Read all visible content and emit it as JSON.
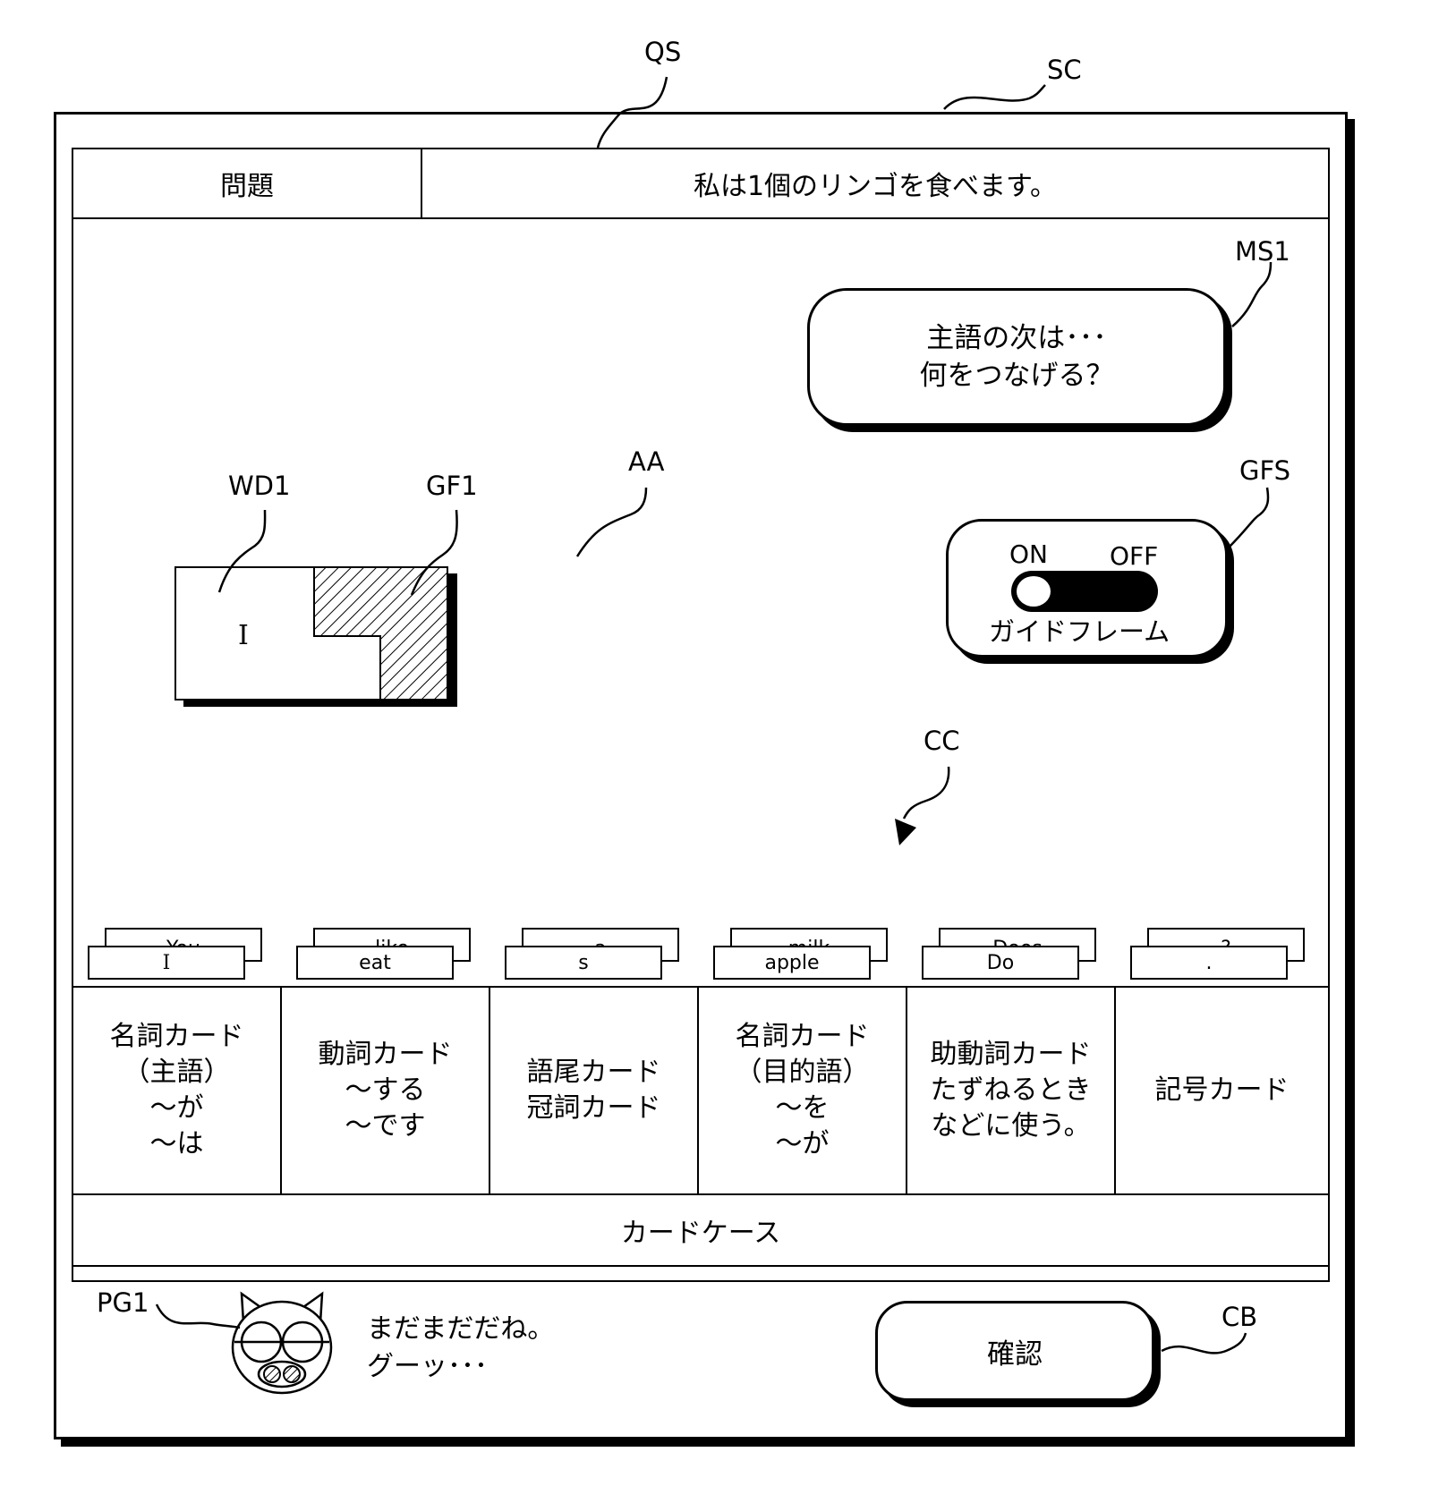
{
  "refs": {
    "qs": "QS",
    "sc": "SC",
    "ms1": "MS1",
    "aa": "AA",
    "wd1": "WD1",
    "gf1": "GF1",
    "gfs": "GFS",
    "cc": "CC",
    "pg1": "PG1",
    "cb": "CB"
  },
  "question": {
    "label": "問題",
    "text": "私は1個のリンゴを食べます。"
  },
  "message": {
    "line1": "主語の次は･･･",
    "line2": "何をつなげる？"
  },
  "guide_switch": {
    "on_label": "ON",
    "off_label": "OFF",
    "caption": "ガイドフレーム",
    "state": "ON"
  },
  "word_card": {
    "text": "I"
  },
  "card_slots": [
    {
      "front": "I",
      "back": "You",
      "lines": [
        "名詞カード",
        "（主語）",
        "～が",
        "～は"
      ]
    },
    {
      "front": "eat",
      "back": "like",
      "lines": [
        "動詞カード",
        "～する",
        "～です"
      ]
    },
    {
      "front": "s",
      "back": "a",
      "lines": [
        "語尾カード",
        "冠詞カード"
      ]
    },
    {
      "front": "apple",
      "back": "milk",
      "lines": [
        "名詞カード",
        "（目的語）",
        "～を",
        "～が"
      ]
    },
    {
      "front": "Do",
      "back": "Does",
      "lines": [
        "助動詞カード",
        "たずねるとき",
        "などに使う。"
      ]
    },
    {
      "front": ".",
      "back": "?",
      "lines": [
        "記号カード"
      ]
    }
  ],
  "card_case_label": "カードケース",
  "character_message": {
    "line1": "まだまだだね。",
    "line2": "グーッ･･･"
  },
  "confirm_button": "確認"
}
